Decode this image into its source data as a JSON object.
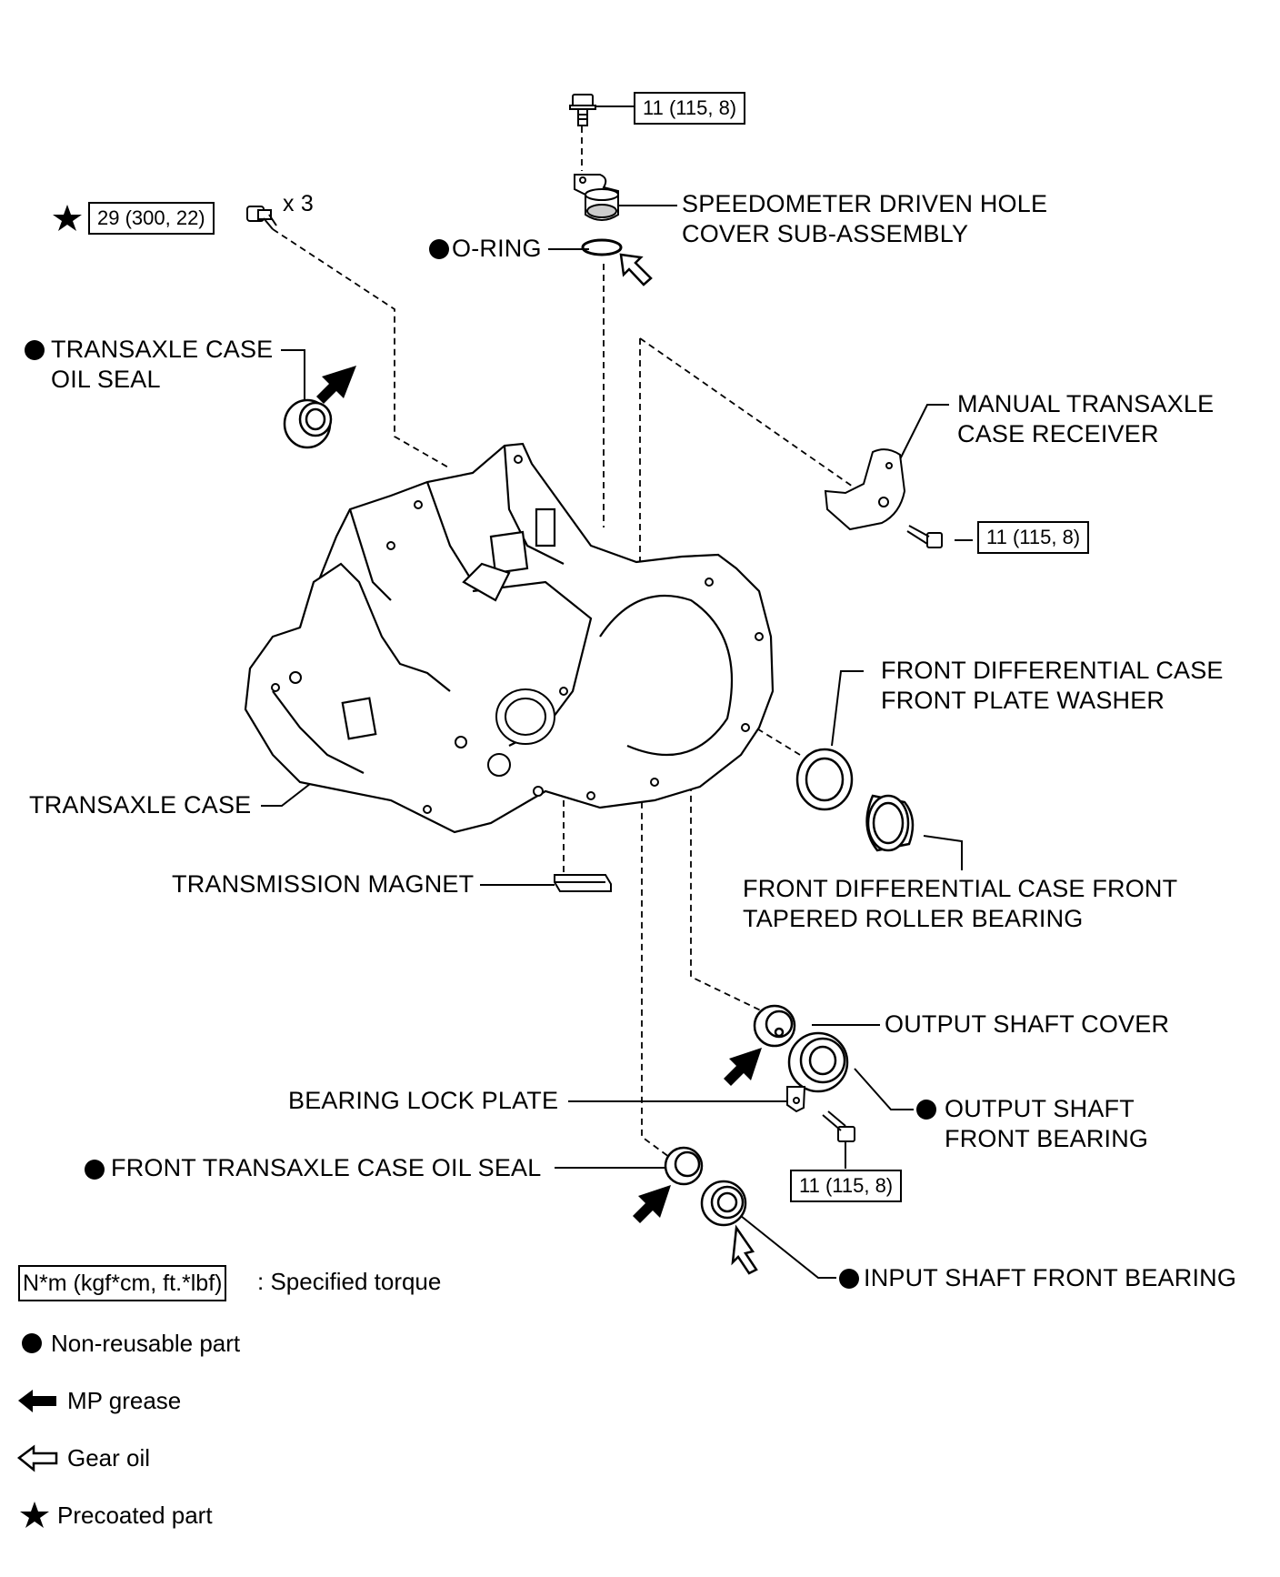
{
  "torques": {
    "top_bolt": "11 (115, 8)",
    "case_bolts": "29 (300, 22)",
    "case_bolts_qty": "x 3",
    "receiver_bolt": "11 (115, 8)",
    "output_bolt": "11 (115, 8)"
  },
  "labels": {
    "speedometer_l1": "SPEEDOMETER DRIVEN HOLE",
    "speedometer_l2": "COVER SUB-ASSEMBLY",
    "o_ring": "O-RING",
    "case_oil_seal_l1": "TRANSAXLE CASE",
    "case_oil_seal_l2": "OIL SEAL",
    "receiver_l1": "MANUAL TRANSAXLE",
    "receiver_l2": "CASE RECEIVER",
    "washer_l1": "FRONT DIFFERENTIAL CASE",
    "washer_l2": "FRONT PLATE WASHER",
    "transaxle_case": "TRANSAXLE CASE",
    "magnet": "TRANSMISSION MAGNET",
    "diff_bearing_l1": "FRONT DIFFERENTIAL CASE FRONT",
    "diff_bearing_l2": "TAPERED ROLLER BEARING",
    "output_cover": "OUTPUT SHAFT COVER",
    "lock_plate": "BEARING LOCK PLATE",
    "output_bearing_l1": "OUTPUT SHAFT",
    "output_bearing_l2": "FRONT BEARING",
    "front_oil_seal": "FRONT TRANSAXLE CASE OIL SEAL",
    "input_bearing": "INPUT SHAFT FRONT BEARING"
  },
  "legend": {
    "torque_unit": "N*m (kgf*cm, ft.*lbf)",
    "torque_text": ": Specified torque",
    "non_reusable": "Non-reusable part",
    "mp_grease": "MP grease",
    "gear_oil": "Gear oil",
    "precoated": "Precoated part"
  }
}
